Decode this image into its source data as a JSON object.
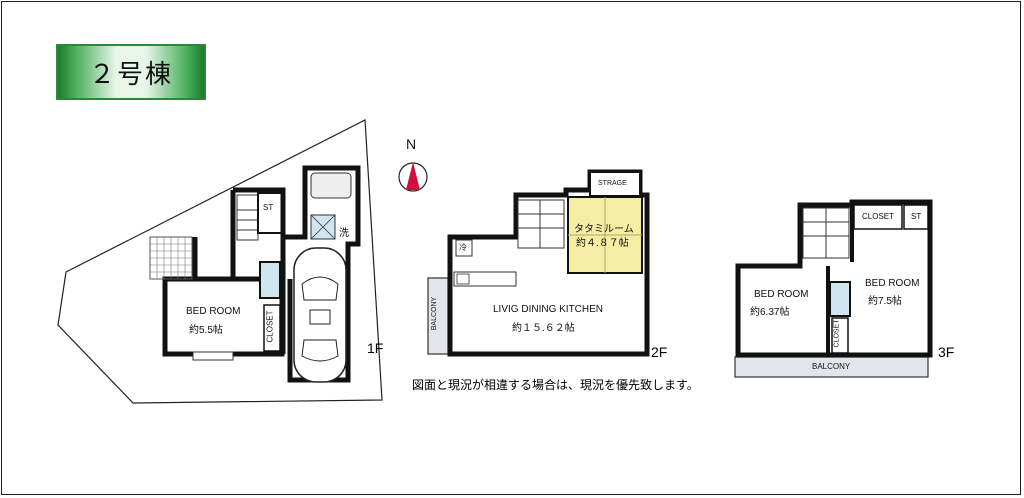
{
  "title": "２号棟",
  "north": "N",
  "note": "図面と現況が相違する場合は、現況を優先致します。",
  "floors": {
    "f1": {
      "label": "1F",
      "rooms": {
        "bedroom_name": "BED ROOM",
        "bedroom_size": "約5.5帖",
        "closet": "CLOSET",
        "st": "ST",
        "wash": "洗"
      }
    },
    "f2": {
      "label": "2F",
      "rooms": {
        "ldk_name": "LIVIG DINING KITCHEN",
        "ldk_size": "約１５.６２帖",
        "tatami_name": "タタミルーム",
        "tatami_size": "約４.８７帖",
        "storage": "STRAGE",
        "balcony": "BALCONY",
        "fridge": "冷"
      }
    },
    "f3": {
      "label": "3F",
      "rooms": {
        "bedroom_a_name": "BED ROOM",
        "bedroom_a_size": "約6.37帖",
        "bedroom_b_name": "BED ROOM",
        "bedroom_b_size": "約7.5帖",
        "closet_top": "CLOSET",
        "st": "ST",
        "closet_side": "CLOSET",
        "balcony": "BALCONY"
      }
    }
  }
}
